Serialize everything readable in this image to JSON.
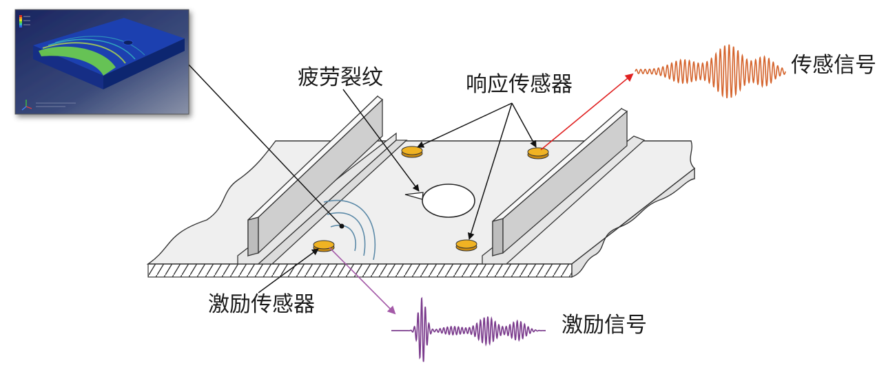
{
  "labels": {
    "fatigue_crack": "疲劳裂纹",
    "response_sensor": "响应传感器",
    "sensing_signal": "传感信号",
    "excitation_sensor": "激励传感器",
    "excitation_signal": "激励信号"
  },
  "colors": {
    "plate": "#efefef",
    "stiffener_face": "#cfcfcf",
    "sensor": "#f0b323",
    "sensing_signal": "#d4622a",
    "excitation_signal": "#7a3a8c",
    "response_arrow": "#e02020",
    "excitation_arrow": "#a45aa8",
    "wave_rings": "#5c8aa8",
    "inset_background": "#1f2d6b",
    "inset_slab": "#1b3fb0",
    "inset_wave": "#6fd04a"
  },
  "icons": [
    "axis-triad-icon",
    "color-legend-icon"
  ]
}
